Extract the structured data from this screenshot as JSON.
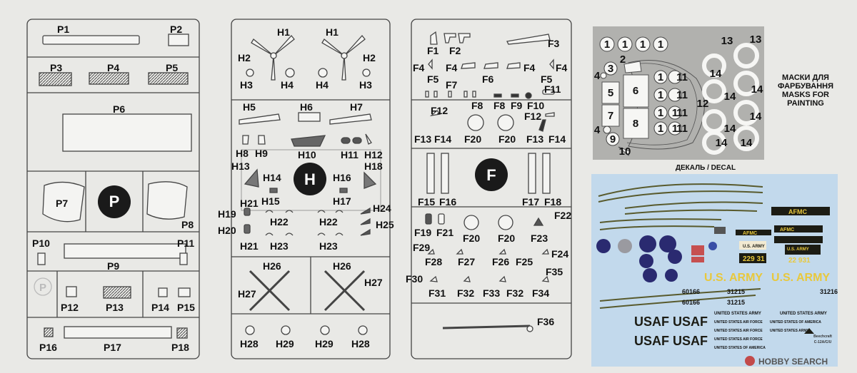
{
  "sprues": {
    "p": [
      "P1",
      "P2",
      "P3",
      "P4",
      "P5",
      "P6",
      "P7",
      "P8",
      "P9",
      "P10",
      "P11",
      "P12",
      "P13",
      "P14",
      "P15",
      "P16",
      "P17",
      "P18"
    ],
    "p_letter": "P",
    "h": [
      "H1",
      "H1",
      "H2",
      "H2",
      "H3",
      "H3",
      "H4",
      "H4",
      "H5",
      "H6",
      "H7",
      "H8",
      "H9",
      "H10",
      "H11",
      "H12",
      "H13",
      "H14",
      "H15",
      "H16",
      "H17",
      "H18",
      "H19",
      "H20",
      "H21",
      "H21",
      "H22",
      "H22",
      "H23",
      "H23",
      "H24",
      "H25",
      "H26",
      "H26",
      "H27",
      "H27",
      "H28",
      "H29",
      "H29",
      "H28"
    ],
    "h_letter": "H",
    "f": [
      "F1",
      "F2",
      "F3",
      "F4",
      "F4",
      "F4",
      "F4",
      "F5",
      "F5",
      "F6",
      "F7",
      "F8",
      "F8",
      "F9",
      "F10",
      "F11",
      "F12",
      "F12",
      "F13",
      "F14",
      "F13",
      "F14",
      "F20",
      "F20",
      "F15",
      "F16",
      "F17",
      "F18",
      "F19",
      "F21",
      "F20",
      "F20",
      "F22",
      "F23",
      "F24",
      "F25",
      "F26",
      "F27",
      "F28",
      "F29",
      "F30",
      "F31",
      "F32",
      "F33",
      "F32",
      "F34",
      "F35",
      "F36"
    ],
    "f_letter": "F"
  },
  "masks": {
    "title_lines": [
      "МАСКИ ДЛЯ",
      "ФАРБУВАННЯ",
      "MASKS FOR",
      "PAINTING"
    ],
    "numbers": [
      "1",
      "1",
      "1",
      "1",
      "2",
      "3",
      "4",
      "5",
      "6",
      "7",
      "8",
      "1",
      "1",
      "11",
      "11",
      "11",
      "11",
      "9",
      "4",
      "10",
      "1",
      "1",
      "1",
      "1",
      "13",
      "13",
      "12",
      "14",
      "14",
      "14",
      "14",
      "14",
      "14",
      "14"
    ]
  },
  "decal": {
    "caption": "ДЕКАЛЬ / DECAL",
    "items": [
      "AFMC",
      "AFMC",
      "AFMC",
      "U.S. ARMY",
      "229 31",
      "U.S. ARMY",
      "22 931",
      "U.S. ARMY",
      "U.S. ARMY",
      "60166",
      "60166",
      "31215",
      "31216",
      "31215",
      "USAF",
      "USAF",
      "USAF",
      "USAF",
      "UNITED STATES ARMY",
      "UNITED STATES ARMY",
      "UNITED STATES AIR FORCE",
      "UNITED STATES OF AMERICA",
      "UNITED STATES AIR FORCE",
      "UNITED STATES ARMY",
      "UNITED STATES AIR FORCE",
      "UNITED STATES OF AMERICA"
    ],
    "maker": "Beechcraft",
    "model": "C-12A/C/U"
  },
  "watermark": "HOBBY SEARCH",
  "colors": {
    "decal_bg": "#c2d9ec",
    "mask_bg": "#b1b1ae",
    "olive": "#585a2c",
    "yellow": "#e8c83c"
  }
}
